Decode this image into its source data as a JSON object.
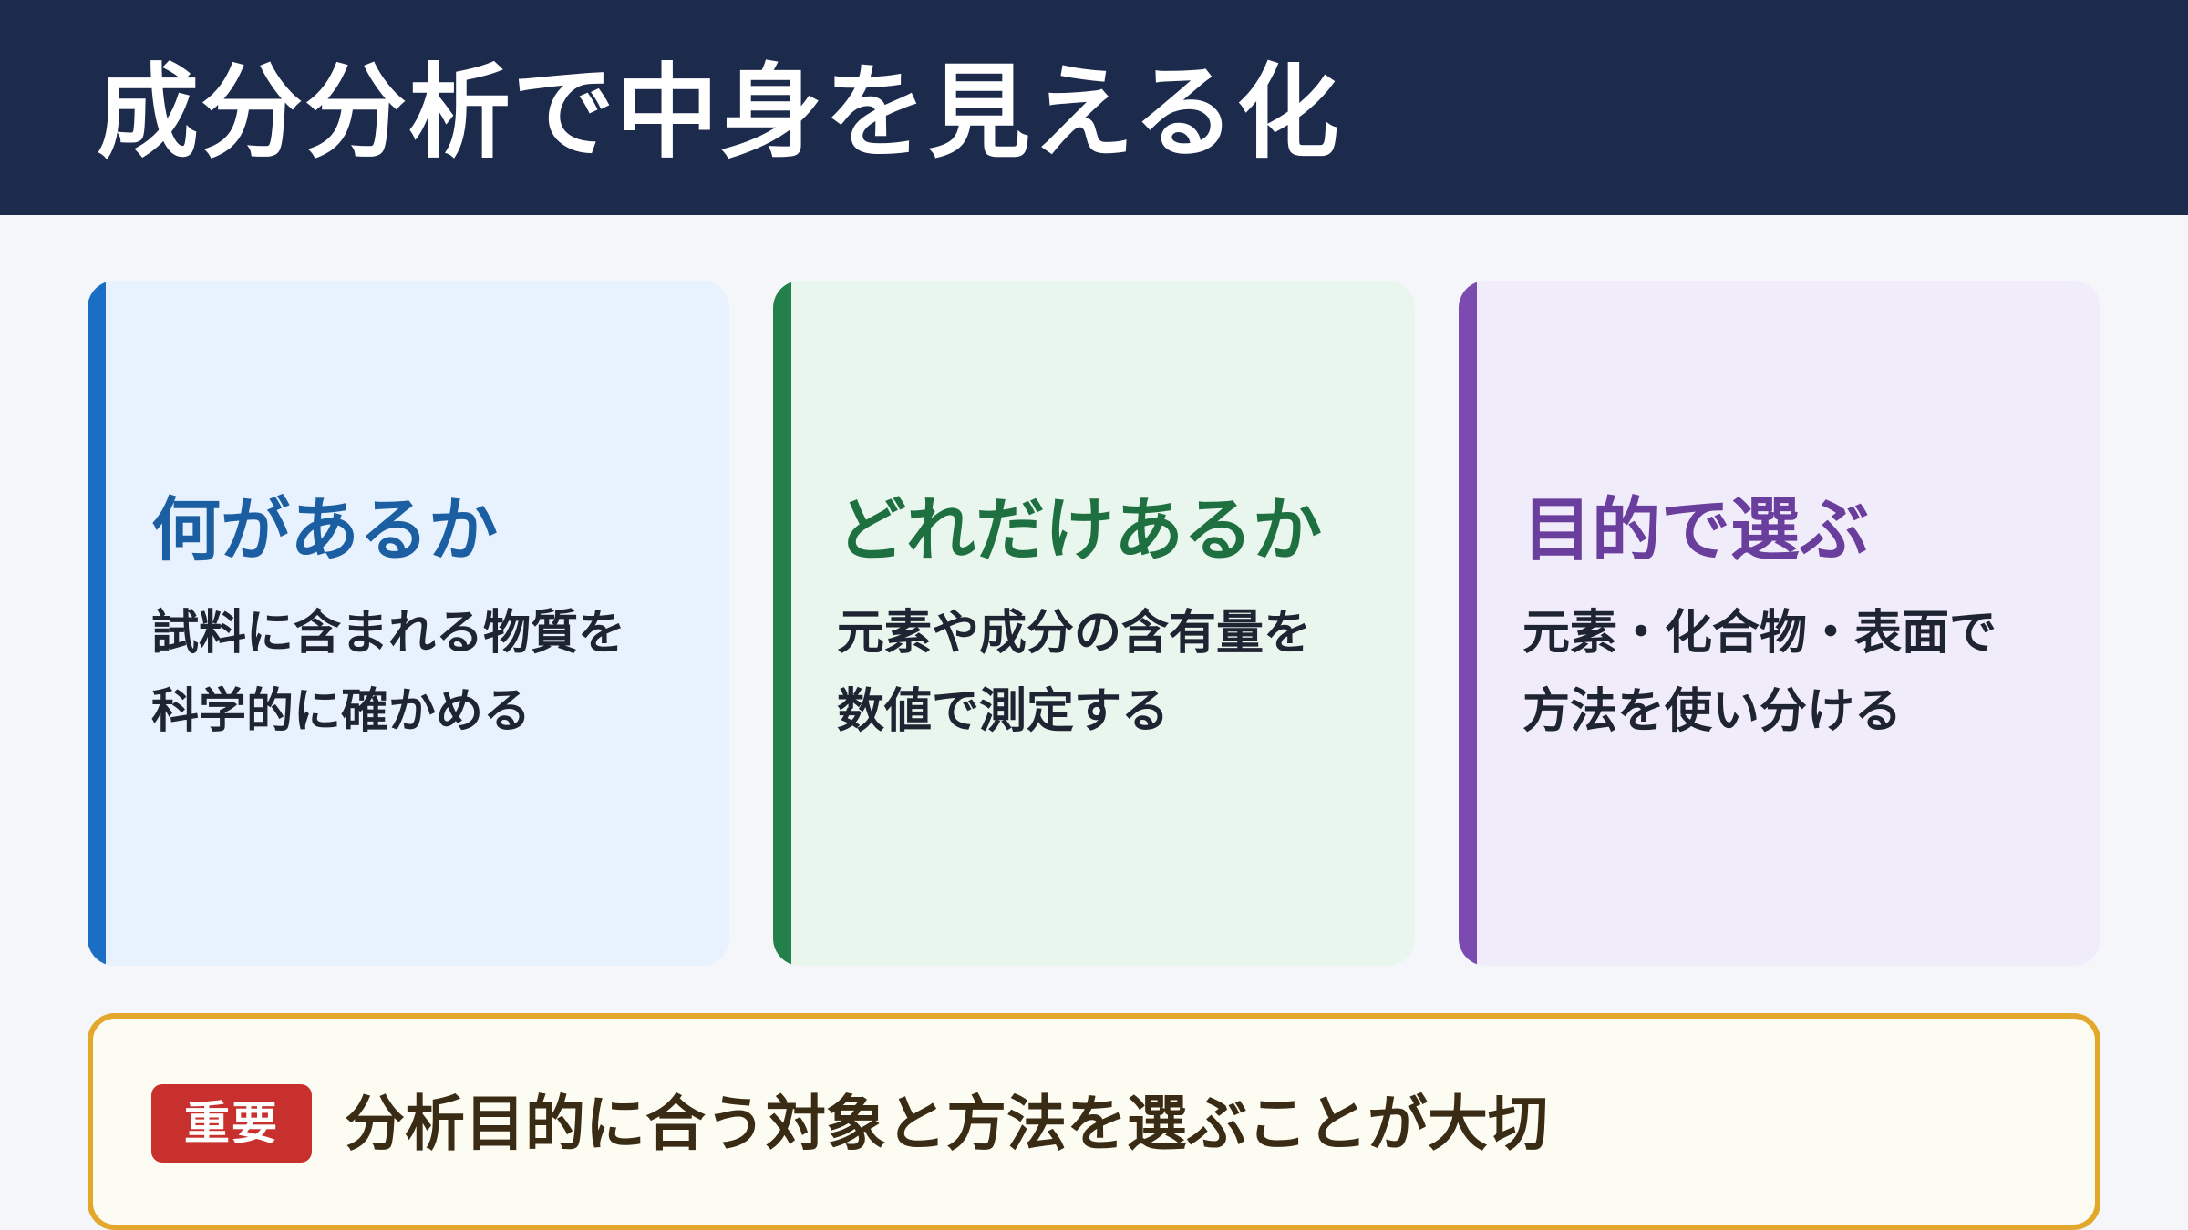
{
  "header": {
    "title": "成分分析で中身を見える化"
  },
  "cards": [
    {
      "title": "何があるか",
      "description": [
        "試料に含まれる物質を",
        "科学的に確かめる"
      ],
      "accent_color": "#1a6fc5"
    },
    {
      "title": "どれだけあるか",
      "description": [
        "元素や成分の含有量を",
        "数値で測定する"
      ],
      "accent_color": "#24804a"
    },
    {
      "title": "目的で選ぶ",
      "description": [
        "元素・化合物・表面で",
        "方法を使い分ける"
      ],
      "accent_color": "#7b4bb2"
    }
  ],
  "callout": {
    "badge": "重要",
    "text": "分析目的に合う対象と方法を選ぶことが大切",
    "badge_color": "#c8302e",
    "border_color": "#e3a82b"
  }
}
